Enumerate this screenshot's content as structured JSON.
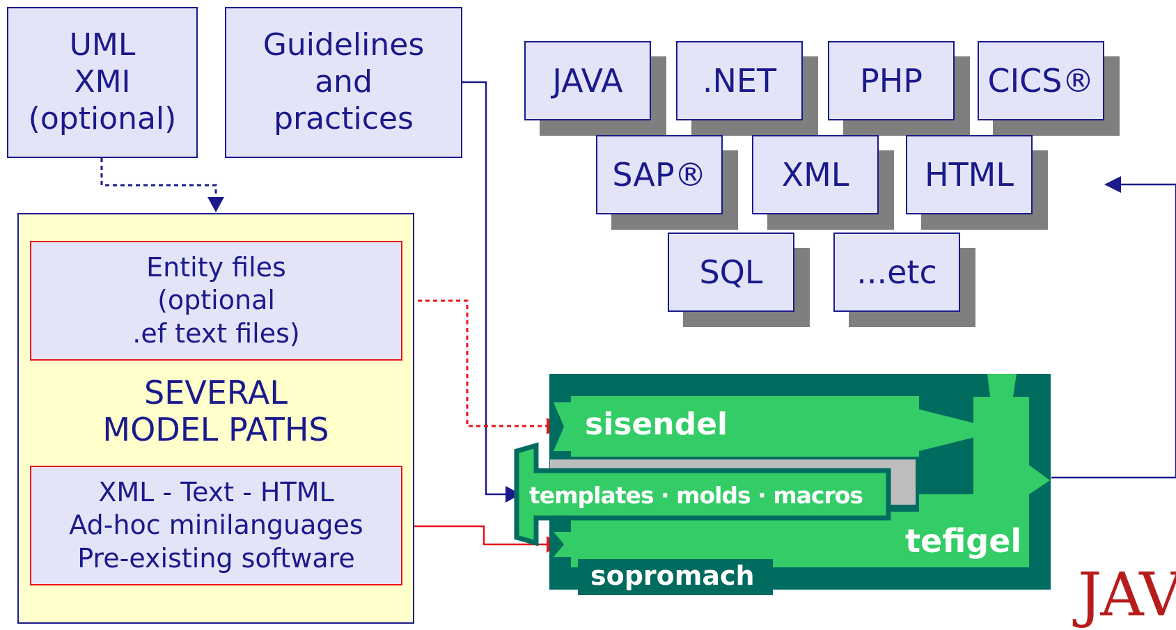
{
  "sources": {
    "uml": [
      "UML",
      "XMI",
      "(optional)"
    ],
    "guidelines": [
      "Guidelines",
      "and",
      "practices"
    ]
  },
  "targets": [
    "JAVA",
    ".NET",
    "PHP",
    "CICS®",
    "SAP®",
    "XML",
    "HTML",
    "SQL",
    "...etc"
  ],
  "model_paths": {
    "title": [
      "SEVERAL",
      "MODEL PATHS"
    ],
    "entity_files": [
      "Entity files",
      "(optional",
      ".ef text files)"
    ],
    "inputs": [
      "XML - Text - HTML",
      "Ad-hoc minilanguages",
      "Pre-existing software"
    ]
  },
  "engine": {
    "sisendel": "sisendel",
    "templates": "templates · molds · macros",
    "tefigel": "tefigel",
    "sopromach": "sopromach"
  },
  "logo_text": "JAVA",
  "colors": {
    "navy": "#1a1a8c",
    "box_fill": "#e4e4f8",
    "panel_fill": "#ffffcc",
    "red": "#e8141b",
    "engine_dark": "#006b5f",
    "engine_green": "#33cc66",
    "shadow_gray": "#7f7f7f"
  }
}
